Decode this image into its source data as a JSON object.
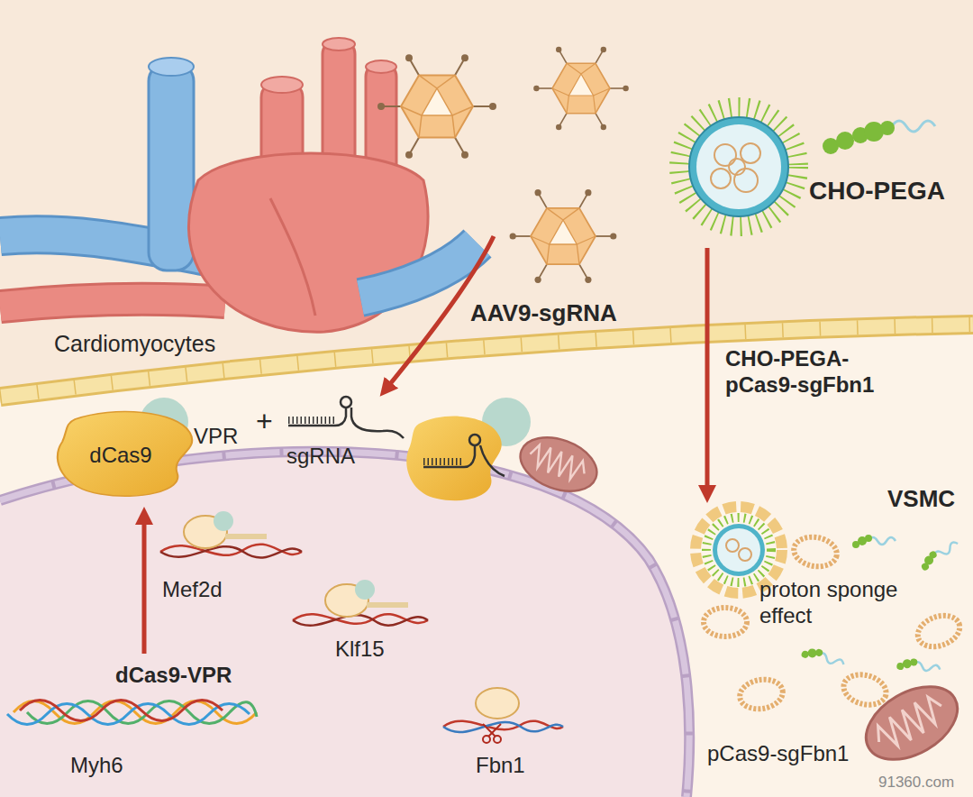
{
  "diagram": {
    "nodes": [
      {
        "text": [
          "dCas9"
        ]
      }
    ],
    "labels": [
      "AAV9-sgRNA",
      "CHO-PEGA",
      "Cardiomyocytes",
      "CHO-PEGA-pCas9-sgFbn1",
      "VPR",
      "+",
      "sgRNA",
      "VSMC",
      "Mef2d",
      "Klf15",
      "proton sponge effect",
      "dCas9-VPR",
      "Myh6",
      "Fbn1",
      "pCas9-sgFbn1",
      "91360.com"
    ]
  }
}
